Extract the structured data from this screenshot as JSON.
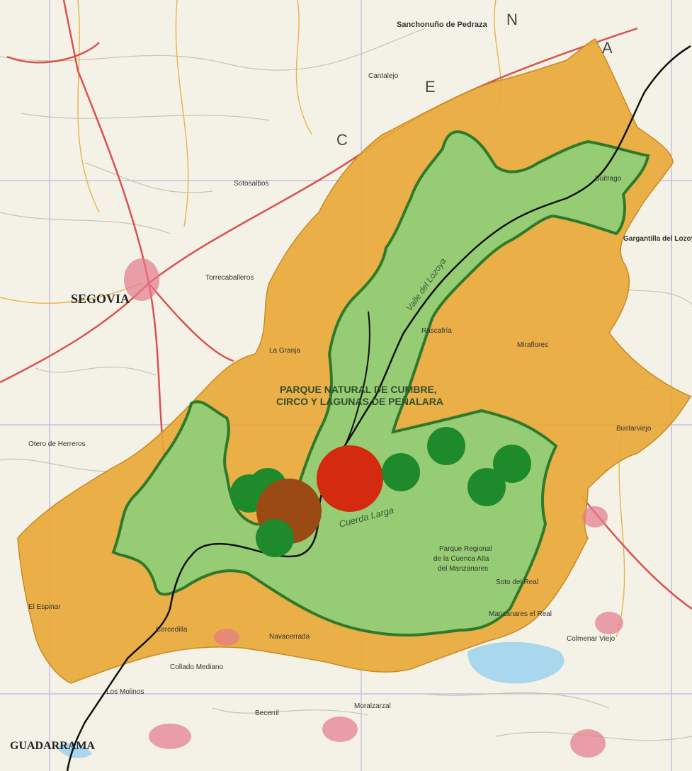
{
  "map": {
    "colors": {
      "background": "#f4f1e6",
      "buffer_zone": "#e8a93a",
      "protected_area": "#8dcf78",
      "protected_border": "#2f7a2a",
      "road_major": "#d9534f",
      "boundary_line": "#111111",
      "marker_green": "#1e8a2c",
      "marker_red": "#d42a10",
      "marker_brown": "#9a4a12",
      "water": "#a9d7ee"
    },
    "labels": {
      "segovia": "SEGOVIA",
      "guadarrama": "GUADARRAMA",
      "sepulveda_area": "Sanchonuño de Pedraza",
      "park_name_line1": "PARQUE NATURAL DE CUMBRE,",
      "park_name_line2": "CIRCO Y LAGUNAS DE PEÑALARA",
      "cuerda_larga": "Cuerda Larga",
      "parque_regional_line1": "Parque Regional",
      "parque_regional_line2": "de la Cuenca Alta",
      "parque_regional_line3": "del Manzanares",
      "cantalejo": "Cantalejo",
      "torrecaballeros": "Torrecaballeros",
      "rascafria": "Rascafría",
      "bustarviejo": "Bustarviejo",
      "colmenar": "Colmenar Viejo",
      "manzanares": "Manzanares el Real",
      "cercedilla": "Cercedilla",
      "navacerrada": "Navacerrada",
      "la_granja": "La Granja",
      "el_espinar": "El Espinar",
      "otero": "Otero de Herreros",
      "sotosalbos": "Sotosalbos",
      "gargantilla": "Gargantilla del Lozoya",
      "buitrago": "Buitrago",
      "miraflores": "Miraflores",
      "collado": "Collado Mediano",
      "los_molinos": "Los Molinos",
      "becerril": "Becerril",
      "moralzarzal": "Moralzarzal",
      "soto_real": "Soto del Real",
      "valle": "Valle del Lozoya",
      "letters_c": "C",
      "letters_e": "E",
      "letters_n": "N",
      "letters_a": "A"
    },
    "markers": [
      {
        "name": "green-marker-1",
        "color": "green"
      },
      {
        "name": "green-marker-2",
        "color": "green"
      },
      {
        "name": "brown-marker",
        "color": "brown"
      },
      {
        "name": "green-marker-3",
        "color": "green"
      },
      {
        "name": "red-marker",
        "color": "red"
      },
      {
        "name": "green-marker-4",
        "color": "green"
      },
      {
        "name": "green-marker-5",
        "color": "green"
      },
      {
        "name": "green-marker-6",
        "color": "green"
      },
      {
        "name": "green-marker-7",
        "color": "green"
      }
    ]
  }
}
